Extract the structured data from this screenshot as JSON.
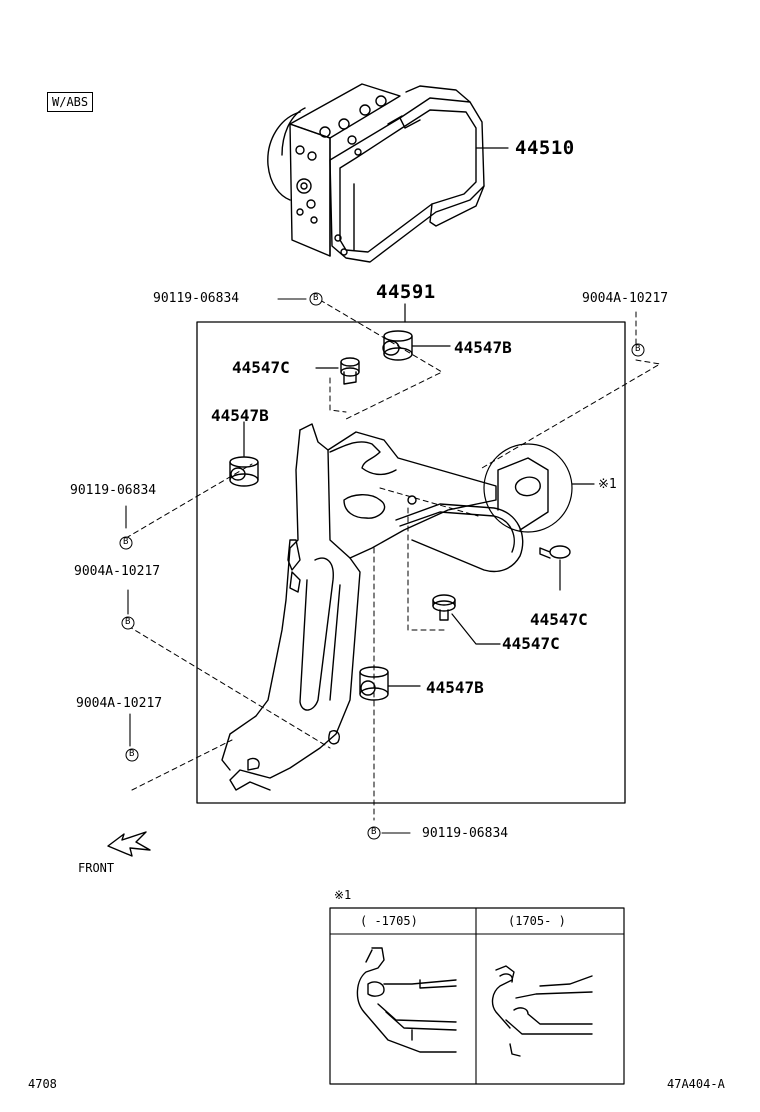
{
  "tag": "W/ABS",
  "labels": {
    "abs_actuator": "44510",
    "bracket": "44591",
    "cushion_b_top": "44547B",
    "cushion_b_left": "44547B",
    "cushion_b_bottom": "44547B",
    "collar_c_top": "44547C",
    "collar_c_right": "44547C",
    "collar_c_center": "44547C",
    "bolt_top": "90119-06834",
    "bolt_left": "90119-06834",
    "bolt_bottom": "90119-06834",
    "nut_right": "9004A-10217",
    "nut_left_upper": "9004A-10217",
    "nut_left_lower": "9004A-10217"
  },
  "symbols": {
    "circle_b": "B",
    "ref_mark": "※1"
  },
  "front_label": "FRONT",
  "detail": {
    "title": "※1",
    "col1": "(    -1705)",
    "col2": "(1705-    )"
  },
  "footer": {
    "left": "4708",
    "right": "47A404-A"
  }
}
